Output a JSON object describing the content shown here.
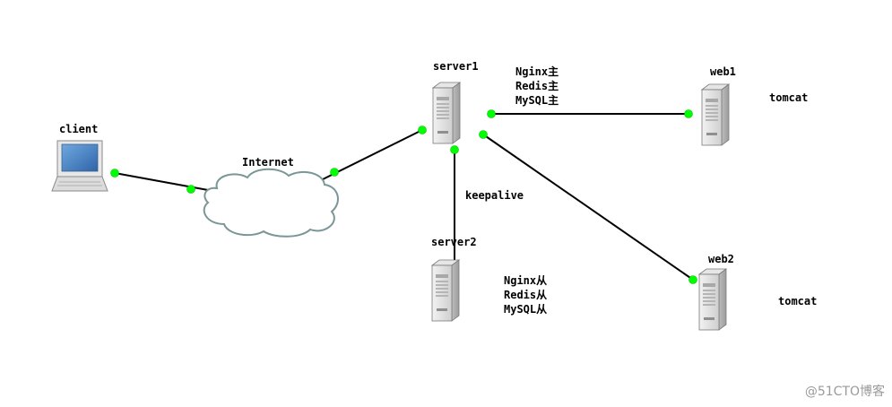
{
  "nodes": {
    "client": {
      "label": "client"
    },
    "internet": {
      "label": "Internet"
    },
    "server1": {
      "label": "server1",
      "roles": [
        "Nginx主",
        "Redis主",
        "MySQL主"
      ]
    },
    "server2": {
      "label": "server2",
      "roles": [
        "Nginx从",
        "Redis从",
        "MySQL从"
      ]
    },
    "web1": {
      "label": "web1",
      "app": "tomcat"
    },
    "web2": {
      "label": "web2",
      "app": "tomcat"
    }
  },
  "links": {
    "server1_server2": {
      "label": "keepalive"
    }
  },
  "watermark": "@51CTO博客",
  "colors": {
    "link": "#000000",
    "endpoint": "#00ff00",
    "server_body": "#d9d9d9",
    "cloud_stroke": "#7a9696",
    "monitor_screen": "#4f86c6"
  },
  "icons": {
    "client": "laptop-icon",
    "internet": "cloud-icon",
    "servers": "server-tower-icon"
  }
}
